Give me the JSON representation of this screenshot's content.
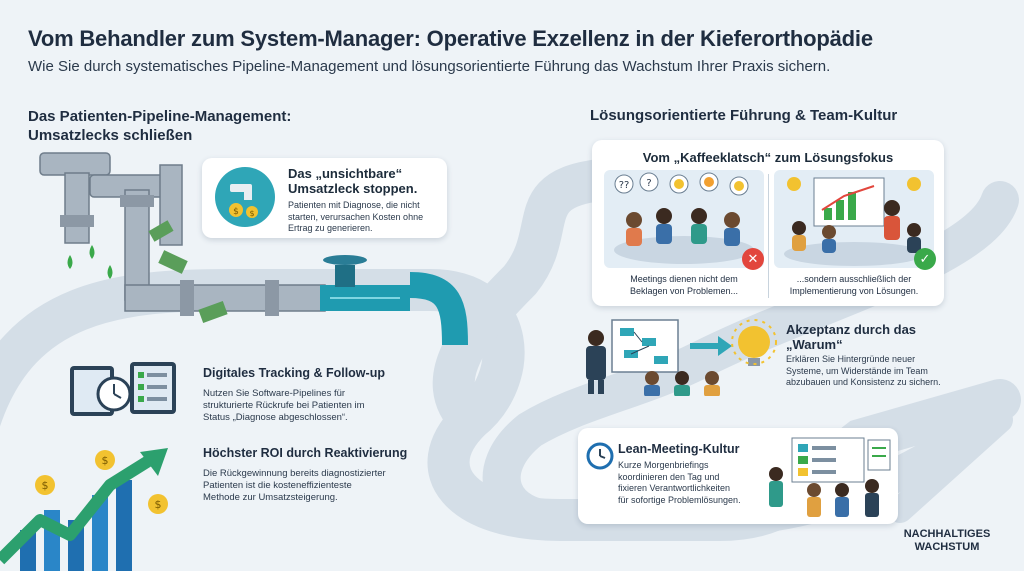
{
  "header": {
    "title": "Vom Behandler zum System-Manager: Operative Exzellenz in der Kieferorthopädie",
    "subtitle": "Wie Sie durch systematisches Pipeline-Management und lösungsorientierte Führung das Wachstum Ihrer Praxis sichern."
  },
  "left_section": {
    "title_line1": "Das Patienten-Pipeline-Management:",
    "title_line2": "Umsatzlecks schließen",
    "leak_card": {
      "heading_line1": "Das „unsichtbare“",
      "heading_line2": "Umsatzleck stoppen.",
      "body_line1": "Patienten mit Diagnose, die nicht",
      "body_line2": "starten, verursachen Kosten ohne",
      "body_line3": "Ertrag zu generieren."
    },
    "tracking": {
      "heading": "Digitales Tracking & Follow-up",
      "body_line1": "Nutzen Sie Software-Pipelines für",
      "body_line2": "strukturierte Rückrufe bei Patienten im",
      "body_line3": "Status „Diagnose abgeschlossen“."
    },
    "roi": {
      "heading": "Höchster ROI durch Reaktivierung",
      "body_line1": "Die Rückgewinnung bereits diagnostizierter",
      "body_line2": "Patienten ist die kosteneffizienteste",
      "body_line3": "Methode zur Umsatzsteigerung."
    }
  },
  "right_section": {
    "title": "Lösungsorientierte Führung & Team-Kultur",
    "kaffee_card": {
      "title": "Vom „Kaffeeklatsch“ zum Lösungsfokus",
      "left_caption_line1": "Meetings dienen nicht dem",
      "left_caption_line2": "Beklagen von Problemen...",
      "right_caption_line1": "...sondern ausschließlich der",
      "right_caption_line2": "Implementierung von Lösungen."
    },
    "akzeptanz": {
      "heading_line1": "Akzeptanz durch das",
      "heading_line2": "„Warum“",
      "body_line1": "Erklären Sie Hintergründe neuer",
      "body_line2": "Systeme, um Widerstände im Team",
      "body_line3": "abzubauen und Konsistenz zu sichern."
    },
    "lean": {
      "heading": "Lean-Meeting-Kultur",
      "body_line1": "Kurze Morgenbriefings",
      "body_line2": "koordinieren den Tag und",
      "body_line3": "fixieren Verantwortlichkeiten",
      "body_line4": "für sofortige Problemlösungen."
    }
  },
  "footer_label": {
    "line1": "NACHHALTIGES",
    "line2": "WACHSTUM"
  },
  "colors": {
    "road": "#d4dee7",
    "teal": "#1f9bb0",
    "pipe": "#9aa7b4",
    "money": "#5a9e5a",
    "red": "#e2463d",
    "green": "#3aa94a",
    "arrow_blue": "#1f6fb0"
  }
}
